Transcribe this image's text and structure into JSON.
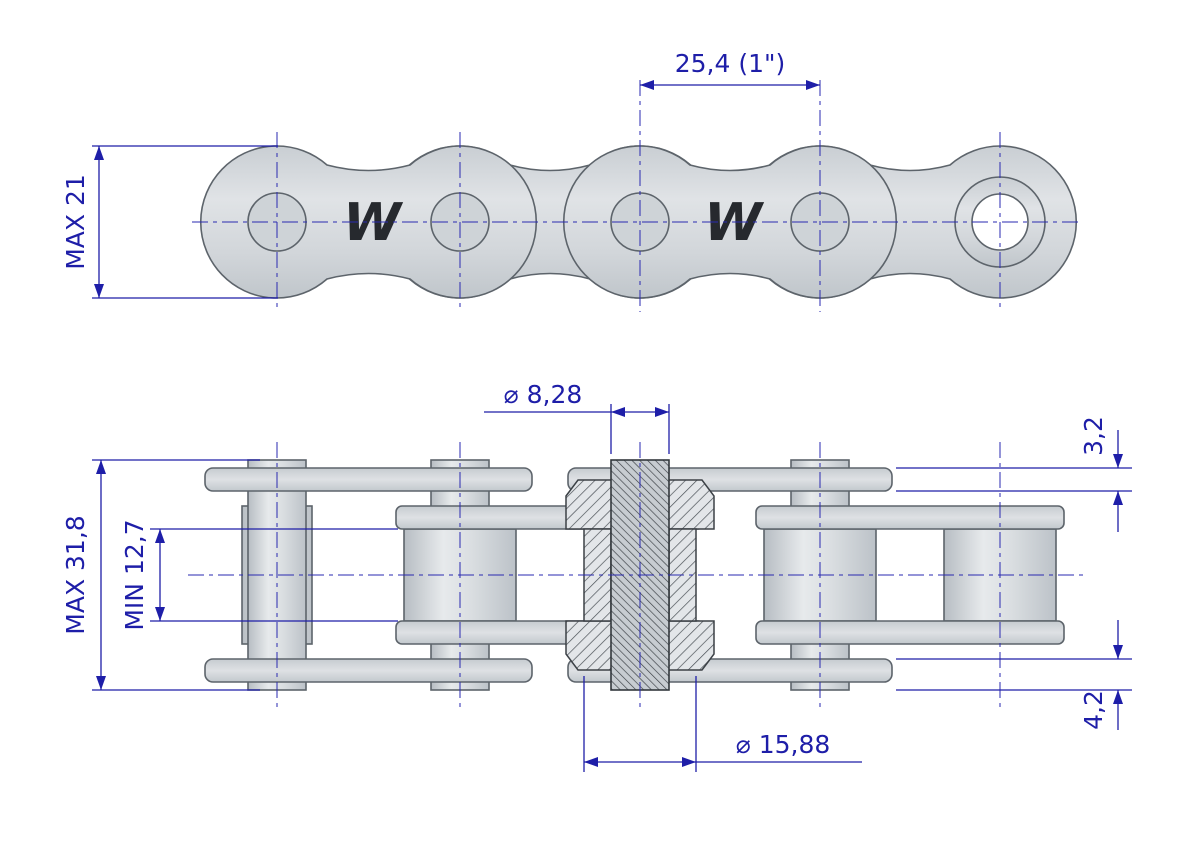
{
  "colors": {
    "dimension": "#1e1ea8",
    "part_fill": "#d4d8dc",
    "part_outline": "#5d646b",
    "logo": "#26292e",
    "background": "#ffffff"
  },
  "logo": {
    "text": "W"
  },
  "side_view": {
    "pitch_label": "25,4  (1\")",
    "height_label": "MAX 21"
  },
  "plan_view": {
    "pin_diameter_label": "⌀ 8,28",
    "plate_thickness_label": "3,2",
    "overall_width_label": "MAX 31,8",
    "inner_width_label": "MIN 12,7",
    "pin_protrusion_label": "4,2",
    "roller_diameter_label": "⌀ 15,88"
  }
}
